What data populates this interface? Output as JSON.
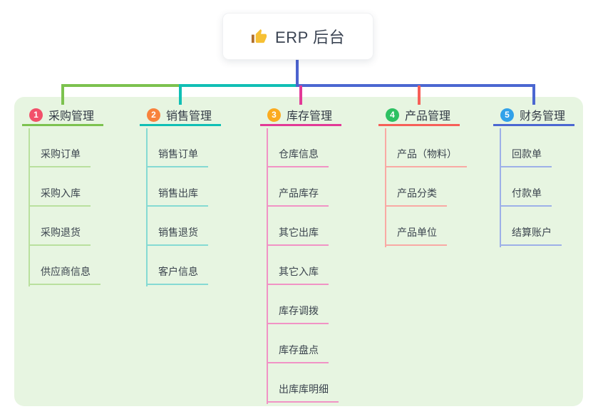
{
  "root": {
    "label": "ERP 后台",
    "icon": "thumbs-up"
  },
  "colors": {
    "panel_bg": "#e7f5e1",
    "root_line": "#4c63cf",
    "root_text": "#3a4352",
    "title_text": "#333b46",
    "child_text": "#3b444e",
    "thumb_hand": "#f6c034",
    "thumb_sleeve": "#b06f2d"
  },
  "branches": [
    {
      "badge": "1",
      "badge_color": "#f2506a",
      "line_color": "#7cc24f",
      "light_color": "#b9e09e",
      "title": "采购管理",
      "children": [
        "采购订单",
        "采购入库",
        "采购退货",
        "供应商信息"
      ]
    },
    {
      "badge": "2",
      "badge_color": "#f8823c",
      "line_color": "#10bfb5",
      "light_color": "#85dad3",
      "title": "销售管理",
      "children": [
        "销售订单",
        "销售出库",
        "销售退货",
        "客户信息"
      ]
    },
    {
      "badge": "3",
      "badge_color": "#fbab1f",
      "line_color": "#e23a97",
      "light_color": "#f193c5",
      "title": "库存管理",
      "children": [
        "仓库信息",
        "产品库存",
        "其它出库",
        "其它入库",
        "库存调拨",
        "库存盘点",
        "出库库明细"
      ]
    },
    {
      "badge": "4",
      "badge_color": "#2dc162",
      "line_color": "#f75f58",
      "light_color": "#f9a9a4",
      "title": "产品管理",
      "children": [
        "产品（物料）",
        "产品分类",
        "产品单位"
      ]
    },
    {
      "badge": "5",
      "badge_color": "#31a1e9",
      "line_color": "#4b67d1",
      "light_color": "#9db0e8",
      "title": "财务管理",
      "children": [
        "回款单",
        "付款单",
        "结算账户"
      ]
    }
  ]
}
